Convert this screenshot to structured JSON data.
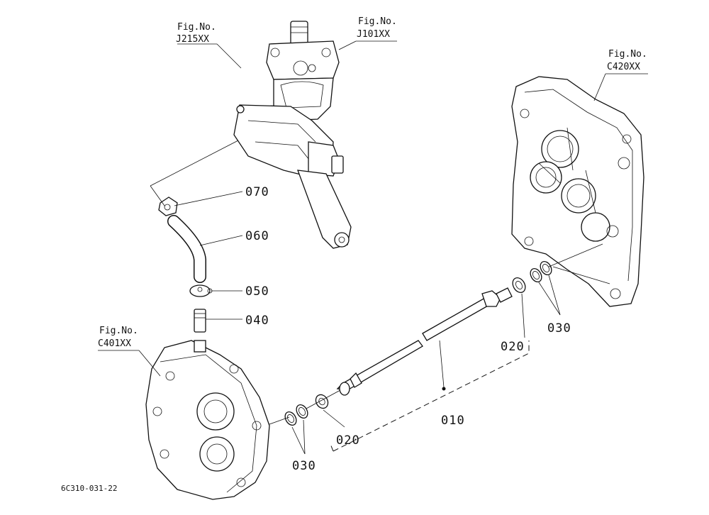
{
  "figure_refs": [
    {
      "key": "j215",
      "line1": "Fig.No.",
      "line2": "J215XX"
    },
    {
      "key": "j101",
      "line1": "Fig.No.",
      "line2": "J101XX"
    },
    {
      "key": "c420",
      "line1": "Fig.No.",
      "line2": "C420XX"
    },
    {
      "key": "c401",
      "line1": "Fig.No.",
      "line2": "C401XX"
    }
  ],
  "parts": {
    "p070": "070",
    "p060": "060",
    "p050": "050",
    "p040": "040",
    "p020_right": "020",
    "p030_right": "030",
    "p010": "010",
    "p020_left": "020",
    "p030_left": "030"
  },
  "diagram_code": "6C310-031-22"
}
